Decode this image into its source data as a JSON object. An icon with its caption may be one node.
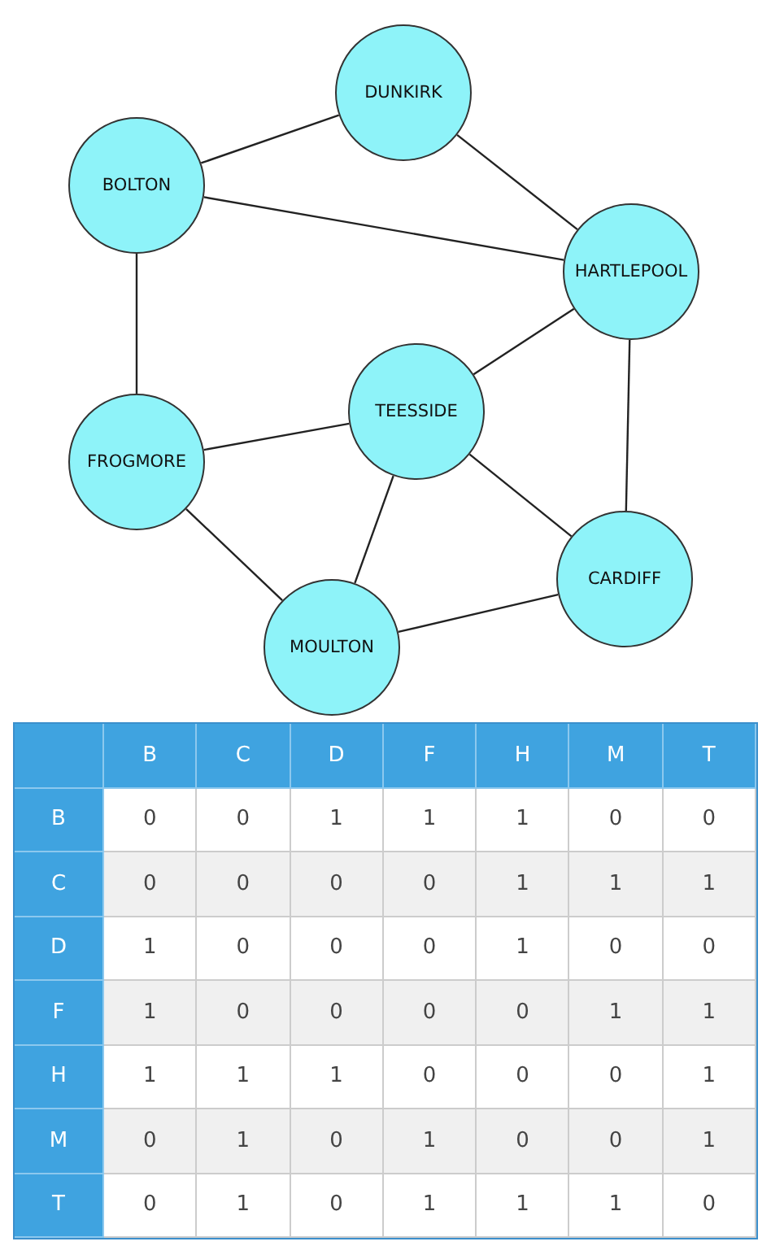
{
  "diagram": {
    "nodes": [
      {
        "text": [
          "DUNKIRK"
        ]
      },
      {
        "text": [
          "BOLTON"
        ]
      },
      {
        "text": [
          "HARTLEPOOL"
        ]
      },
      {
        "text": [
          "TEESSIDE"
        ]
      },
      {
        "text": [
          "FROGMORE"
        ]
      },
      {
        "text": [
          "CARDIFF"
        ]
      },
      {
        "text": [
          "MOULTON"
        ]
      }
    ],
    "edges": [
      {
        "from": 1,
        "to": 0,
        "arrow": "none"
      },
      {
        "from": 0,
        "to": 2,
        "arrow": "none"
      },
      {
        "from": 1,
        "to": 2,
        "arrow": "none"
      },
      {
        "from": 1,
        "to": 4,
        "arrow": "none"
      },
      {
        "from": 2,
        "to": 3,
        "arrow": "none"
      },
      {
        "from": 2,
        "to": 5,
        "arrow": "none"
      },
      {
        "from": 4,
        "to": 3,
        "arrow": "none"
      },
      {
        "from": 3,
        "to": 5,
        "arrow": "none"
      },
      {
        "from": 3,
        "to": 6,
        "arrow": "none"
      },
      {
        "from": 4,
        "to": 6,
        "arrow": "none"
      },
      {
        "from": 6,
        "to": 5,
        "arrow": "none"
      }
    ],
    "labels": [
      "B",
      "C",
      "D",
      "F",
      "H",
      "M",
      "T",
      "B",
      "0",
      "0",
      "1",
      "1",
      "1",
      "0",
      "0",
      "C",
      "0",
      "0",
      "0",
      "0",
      "1",
      "1",
      "1",
      "D",
      "1",
      "0",
      "0",
      "0",
      "1",
      "0",
      "0",
      "F",
      "1",
      "0",
      "0",
      "0",
      "0",
      "1",
      "1",
      "H",
      "1",
      "1",
      "1",
      "0",
      "0",
      "0",
      "1",
      "M",
      "0",
      "1",
      "0",
      "1",
      "0",
      "0",
      "1",
      "T",
      "0",
      "1",
      "0",
      "1",
      "1",
      "1",
      "0"
    ]
  }
}
